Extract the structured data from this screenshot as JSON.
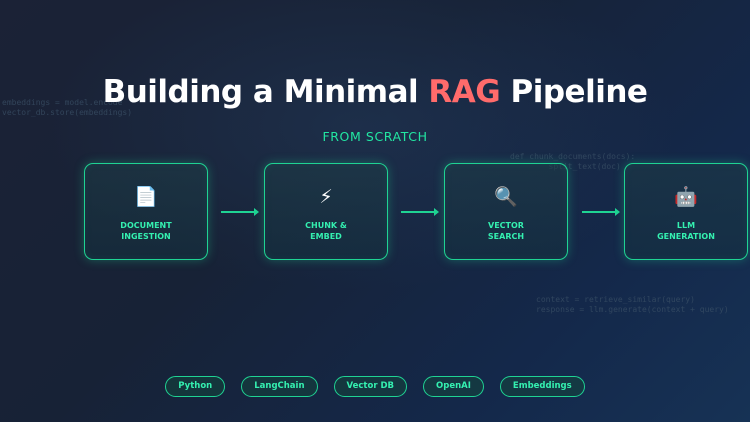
{
  "background_code": [
    "embeddings = model.encode\nvector_db.store(embeddings)",
    "def chunk_documents(docs):\n        split_text(doc)",
    "context = retrieve_similar(query)\nresponse = llm.generate(context + query)"
  ],
  "title": {
    "before": "Building a Minimal ",
    "accent": "RAG",
    "after": " Pipeline"
  },
  "subtitle": "FROM SCRATCH",
  "stages": [
    {
      "icon": "document-icon",
      "glyph": "📄",
      "label": "DOCUMENT\nINGESTION"
    },
    {
      "icon": "lightning-icon",
      "glyph": "⚡",
      "label": "CHUNK &\nEMBED"
    },
    {
      "icon": "magnifier-icon",
      "glyph": "🔍",
      "label": "VECTOR\nSEARCH"
    },
    {
      "icon": "robot-icon",
      "glyph": "🤖",
      "label": "LLM\nGENERATION"
    }
  ],
  "tags": [
    "Python",
    "LangChain",
    "Vector DB",
    "OpenAI",
    "Embeddings"
  ],
  "colors": {
    "accent_red": "#ff6b6b",
    "accent_green": "#22e6a2",
    "background": "#172236"
  }
}
